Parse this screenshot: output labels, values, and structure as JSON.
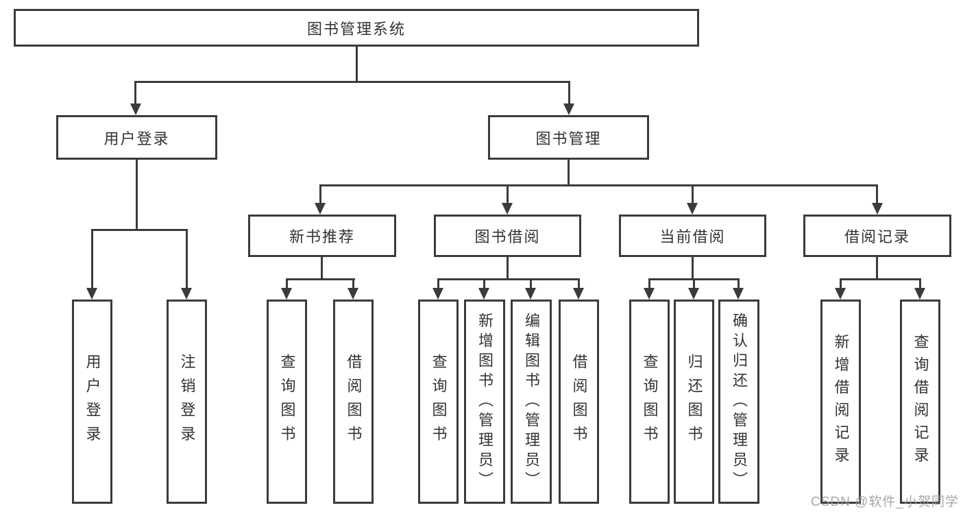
{
  "tree": {
    "root": {
      "label": "图书管理系统"
    },
    "branches": [
      {
        "label": "用户登录",
        "children": [
          {
            "label": "用户登录"
          },
          {
            "label": "注销登录"
          }
        ]
      },
      {
        "label": "图书管理",
        "children": [
          {
            "label": "新书推荐",
            "children": [
              {
                "label": "查询图书"
              },
              {
                "label": "借阅图书"
              }
            ]
          },
          {
            "label": "图书借阅",
            "children": [
              {
                "label": "查询图书"
              },
              {
                "label": "新增图书（管理员）"
              },
              {
                "label": "编辑图书（管理员）"
              },
              {
                "label": "借阅图书"
              }
            ]
          },
          {
            "label": "当前借阅",
            "children": [
              {
                "label": "查询图书"
              },
              {
                "label": "归还图书"
              },
              {
                "label": "确认归还（管理员）"
              }
            ]
          },
          {
            "label": "借阅记录",
            "children": [
              {
                "label": "新增借阅记录"
              },
              {
                "label": "查询借阅记录"
              }
            ]
          }
        ]
      }
    ]
  },
  "watermark": "CSDN @软件_小贺同学",
  "colors": {
    "line": "#3b3b3b",
    "text": "#333333",
    "watermark": "#9e9e9e",
    "background": "#ffffff"
  }
}
